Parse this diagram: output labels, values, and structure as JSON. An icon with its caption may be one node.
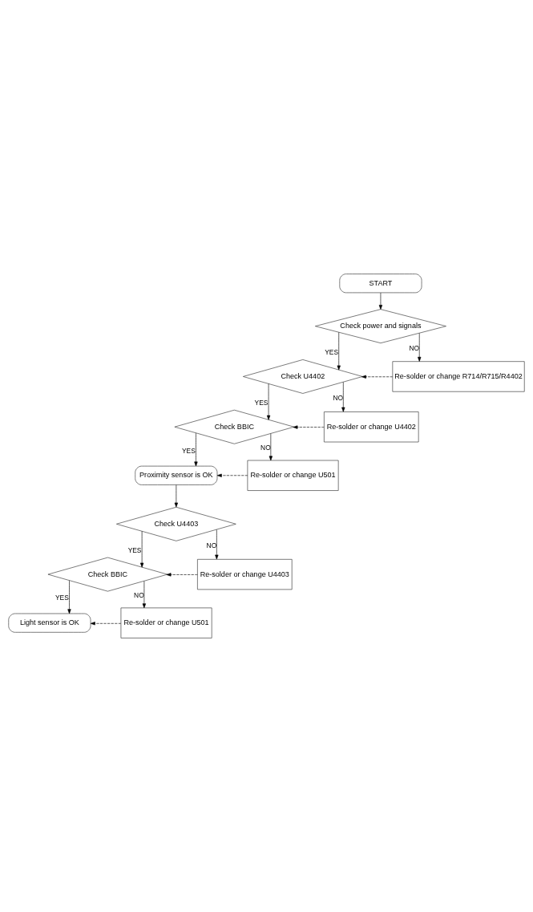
{
  "diagram": {
    "nodes": [
      {
        "text": [
          "START"
        ]
      },
      {
        "text": [
          "Check power and signals"
        ]
      },
      {
        "text": [
          "Check U4402"
        ]
      },
      {
        "text": [
          "Re-solder or change R714/R715/R4402"
        ]
      },
      {
        "text": [
          "Check BBIC"
        ]
      },
      {
        "text": [
          "Re-solder or change U4402"
        ]
      },
      {
        "text": [
          "Proximity sensor is OK"
        ]
      },
      {
        "text": [
          "Re-solder or change U501"
        ]
      },
      {
        "text": [
          "Check U4403"
        ]
      },
      {
        "text": [
          "Check BBIC"
        ]
      },
      {
        "text": [
          "Re-solder or change U4403"
        ]
      },
      {
        "text": [
          "Light sensor is OK"
        ]
      },
      {
        "text": [
          "Re-solder or change U501"
        ]
      }
    ],
    "edges": [
      {
        "from": 0,
        "to": 1,
        "arrow": "to"
      },
      {
        "from": 1,
        "to": 2,
        "arrow": "to",
        "label": "YES"
      },
      {
        "from": 1,
        "to": 3,
        "arrow": "to",
        "label": "NO"
      },
      {
        "from": 3,
        "to": 2,
        "arrow": "to",
        "style": "dashed"
      },
      {
        "from": 2,
        "to": 4,
        "arrow": "to",
        "label": "YES"
      },
      {
        "from": 2,
        "to": 5,
        "arrow": "to",
        "label": "NO"
      },
      {
        "from": 5,
        "to": 4,
        "arrow": "to",
        "style": "dashed"
      },
      {
        "from": 4,
        "to": 6,
        "arrow": "to",
        "label": "YES"
      },
      {
        "from": 4,
        "to": 7,
        "arrow": "to",
        "label": "NO"
      },
      {
        "from": 7,
        "to": 6,
        "arrow": "to",
        "style": "dashed"
      },
      {
        "from": 6,
        "to": 8,
        "arrow": "to"
      },
      {
        "from": 8,
        "to": 9,
        "arrow": "to",
        "label": "YES"
      },
      {
        "from": 8,
        "to": 10,
        "arrow": "to",
        "label": "NO"
      },
      {
        "from": 10,
        "to": 9,
        "arrow": "to",
        "style": "dashed"
      },
      {
        "from": 9,
        "to": 11,
        "arrow": "to",
        "label": "YES"
      },
      {
        "from": 9,
        "to": 12,
        "arrow": "to",
        "label": "NO"
      },
      {
        "from": 12,
        "to": 11,
        "arrow": "to",
        "style": "dashed"
      }
    ]
  }
}
